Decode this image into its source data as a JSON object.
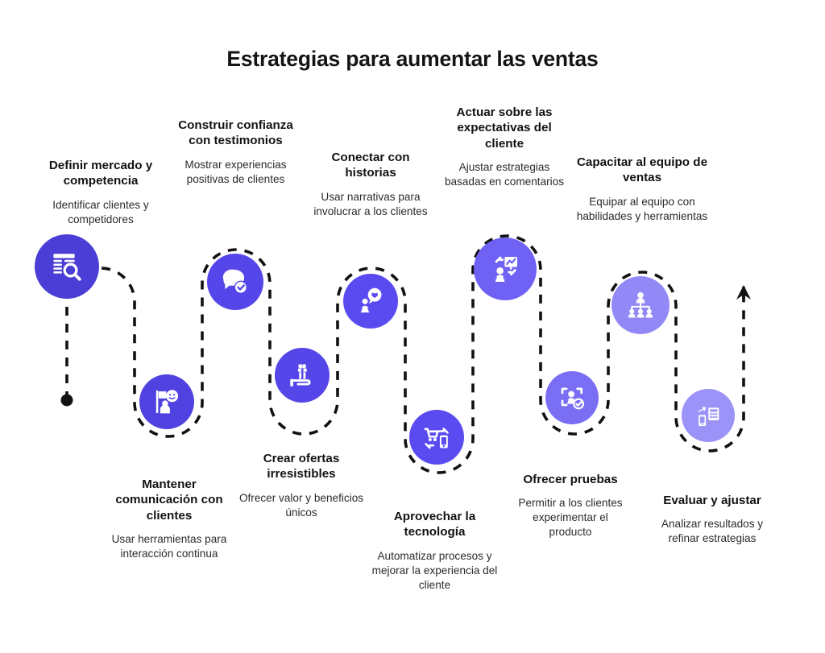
{
  "title": "Estrategias para aumentar las ventas",
  "colors": {
    "dark_purple": "#4a3ed6",
    "mid_purple": "#5a4bf0",
    "light_purple": "#9289f7",
    "path": "#111111",
    "heading": "#121212",
    "body": "#2b2b2b",
    "background": "#ffffff"
  },
  "path": {
    "start_marker": "start-dot",
    "end_marker": "arrow-up-icon",
    "style": "dashed"
  },
  "steps": [
    {
      "index": 1,
      "heading": "Definir mercado y competencia",
      "body": "Identificar clientes y competidores",
      "icon": "document-search-icon",
      "color": "#4a3ed6",
      "position": "top"
    },
    {
      "index": 2,
      "heading": "Mantener comunicación con clientes",
      "body": "Usar herramientas para interacción continua",
      "icon": "person-presentation-smile-icon",
      "color": "#4f42e0",
      "position": "bottom"
    },
    {
      "index": 3,
      "heading": "Construir confianza con testimonios",
      "body": "Mostrar experiencias positivas de clientes",
      "icon": "chat-check-icon",
      "color": "#5546ea",
      "position": "top"
    },
    {
      "index": 4,
      "heading": "Crear ofertas irresistibles",
      "body": "Ofrecer valor y beneficios únicos",
      "icon": "hand-gift-icon",
      "color": "#5546ea",
      "position": "bottom"
    },
    {
      "index": 5,
      "heading": "Conectar con historias",
      "body": "Usar narrativas para involucrar a los clientes",
      "icon": "person-heart-bubble-icon",
      "color": "#5a4bf0",
      "position": "top"
    },
    {
      "index": 6,
      "heading": "Aprovechar la tecnología",
      "body": "Automatizar procesos y mejorar la experiencia del cliente",
      "icon": "cart-mobile-icon",
      "color": "#5a4bf0",
      "position": "bottom"
    },
    {
      "index": 7,
      "heading": "Actuar sobre las expectativas del cliente",
      "body": "Ajustar estrategias basadas en comentarios",
      "icon": "person-chart-feedback-icon",
      "color": "#6e61f4",
      "position": "top"
    },
    {
      "index": 8,
      "heading": "Ofrecer pruebas",
      "body": "Permitir a los clientes experimentar el producto",
      "icon": "person-scan-check-icon",
      "color": "#7a6ef5",
      "position": "bottom"
    },
    {
      "index": 9,
      "heading": "Capacitar al equipo de ventas",
      "body": "Equipar al equipo con habilidades y herramientas",
      "icon": "team-hierarchy-icon",
      "color": "#9289f7",
      "position": "top"
    },
    {
      "index": 10,
      "heading": "Evaluar y ajustar",
      "body": "Analizar resultados y refinar estrategias",
      "icon": "calculator-mobile-icon",
      "color": "#9b93f8",
      "position": "bottom"
    }
  ]
}
